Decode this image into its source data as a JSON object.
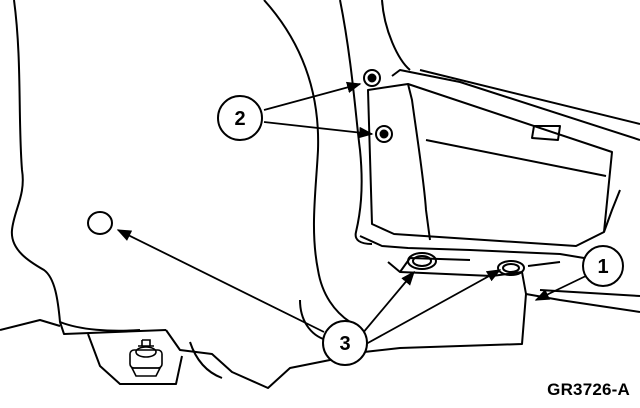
{
  "callouts": {
    "c1": "1",
    "c2": "2",
    "c3": "3"
  },
  "figure_id": "GR3726-A"
}
